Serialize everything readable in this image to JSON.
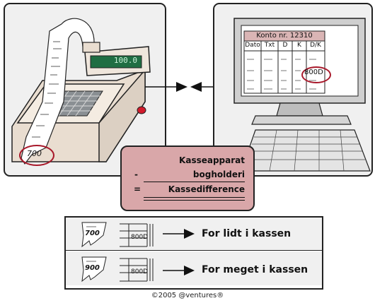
{
  "register": {
    "display": "100.0",
    "receipt_value": "700"
  },
  "ledger": {
    "title": "Konto nr. 12310",
    "columns": [
      "Dato",
      "Txt",
      "D",
      "K",
      "D/K"
    ],
    "balance": "800D"
  },
  "calc": {
    "line1": "Kasseapparat",
    "minus": "-",
    "line2": "bogholderi",
    "equals": "=",
    "line3": "Kassedifference"
  },
  "legend": [
    {
      "receipt": "700",
      "ledger": "800D",
      "text": "For lidt i kassen"
    },
    {
      "receipt": "900",
      "ledger": "800D",
      "text": "For meget i kassen"
    }
  ],
  "copyright": "©2005 @ventures®",
  "colors": {
    "highlight": "#a8182a",
    "box_fill": "#d9a7a9",
    "panel_bg": "#f0f0f0",
    "register_body": "#efe6dc",
    "display_bg": "#1f6e43"
  }
}
